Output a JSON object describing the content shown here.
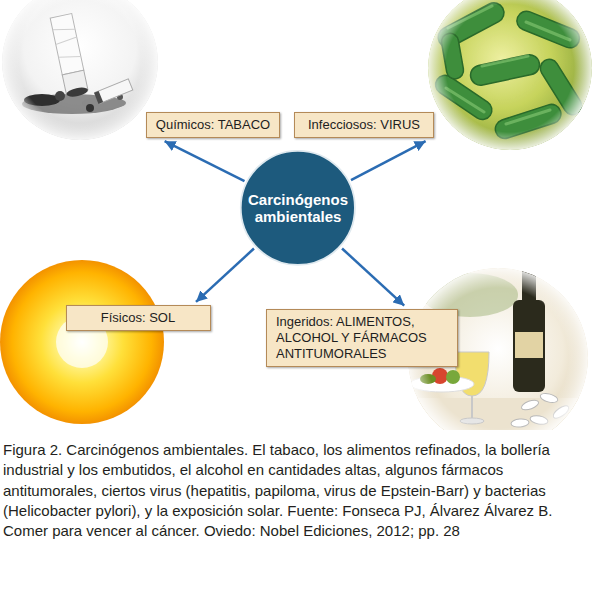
{
  "diagram": {
    "caption": "Figura 2. Carcinógenos ambientales. El tabaco, los alimentos refinados, la bollería industrial y los embutidos, el alcohol en cantidades altas, algunos fármacos antitumorales, ciertos virus (hepatitis, papiloma, virus de Epstein-Barr) y bacterias (Helicobacter pylori), y la exposición solar. Fuente: Fonseca PJ, Álvarez Álvarez B. Comer para vencer al cáncer. Oviedo: Nobel Ediciones, 2012; pp. 28",
    "nodes": [
      {
        "text": [
          "Químicos: TABACO"
        ]
      },
      {
        "text": [
          "Infecciosos: VIRUS"
        ]
      },
      {
        "text": [
          "Carcinógenos ambientales"
        ]
      },
      {
        "text": [
          "Físicos: SOL"
        ]
      },
      {
        "text": [
          "Ingeridos: ALIMENTOS, ALCOHOL Y FÁRMACOS ANTITUMORALES"
        ]
      }
    ],
    "edges": [
      {
        "from": 2,
        "to": 0,
        "arrow": "to"
      },
      {
        "from": 2,
        "to": 1,
        "arrow": "to"
      },
      {
        "from": 2,
        "to": 3,
        "arrow": "to"
      },
      {
        "from": 2,
        "to": 4,
        "arrow": "to"
      }
    ]
  }
}
